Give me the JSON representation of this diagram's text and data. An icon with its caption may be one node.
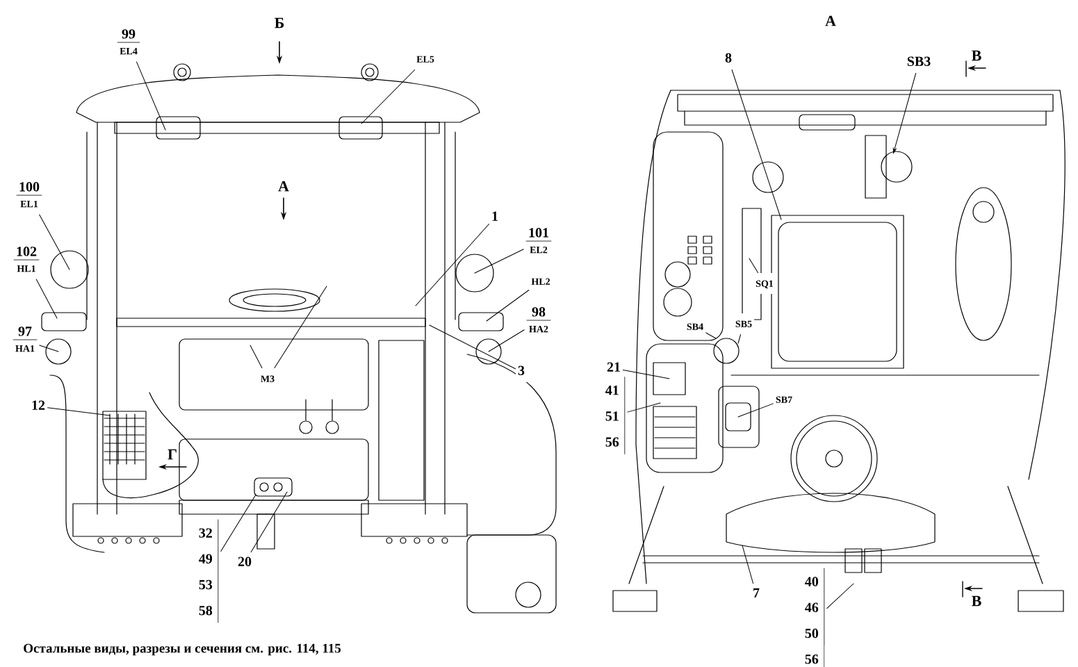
{
  "diagram": {
    "nodes": [
      {
        "text": [
          "99",
          "EL4"
        ]
      },
      {
        "text": [
          "EL5"
        ]
      },
      {
        "text": [
          "100",
          "EL1"
        ]
      },
      {
        "text": [
          "102",
          "HL1"
        ]
      },
      {
        "text": [
          "97",
          "HA1"
        ]
      },
      {
        "text": [
          "1"
        ]
      },
      {
        "text": [
          "101",
          "EL2"
        ]
      },
      {
        "text": [
          "HL2"
        ]
      },
      {
        "text": [
          "98",
          "HA2"
        ]
      },
      {
        "text": [
          "3"
        ]
      },
      {
        "text": [
          "M3"
        ]
      },
      {
        "text": [
          "12"
        ]
      },
      {
        "text": [
          "32",
          "49",
          "53",
          "58"
        ]
      },
      {
        "text": [
          "20"
        ]
      },
      {
        "text": [
          "8"
        ]
      },
      {
        "text": [
          "SB3"
        ]
      },
      {
        "text": [
          "SQ1"
        ]
      },
      {
        "text": [
          "SB4"
        ]
      },
      {
        "text": [
          "SB5"
        ]
      },
      {
        "text": [
          "21"
        ]
      },
      {
        "text": [
          "41",
          "51",
          "56"
        ]
      },
      {
        "text": [
          "SB7"
        ]
      },
      {
        "text": [
          "7"
        ]
      },
      {
        "text": [
          "40",
          "46",
          "50",
          "56"
        ]
      }
    ],
    "edges": [
      {
        "from": 0,
        "to": null,
        "arrow": "none"
      },
      {
        "from": 1,
        "to": null,
        "arrow": "none"
      },
      {
        "from": 2,
        "to": null,
        "arrow": "none"
      },
      {
        "from": 3,
        "to": null,
        "arrow": "none"
      },
      {
        "from": 4,
        "to": null,
        "arrow": "none"
      },
      {
        "from": 5,
        "to": null,
        "arrow": "none"
      },
      {
        "from": 6,
        "to": null,
        "arrow": "none"
      },
      {
        "from": 7,
        "to": null,
        "arrow": "none"
      },
      {
        "from": 8,
        "to": null,
        "arrow": "none"
      },
      {
        "from": 9,
        "to": null,
        "arrow": "none"
      },
      {
        "from": 10,
        "to": null,
        "arrow": "none"
      },
      {
        "from": 10,
        "to": null,
        "arrow": "none"
      },
      {
        "from": 11,
        "to": null,
        "arrow": "none"
      },
      {
        "from": 12,
        "to": null,
        "arrow": "none"
      },
      {
        "from": 13,
        "to": null,
        "arrow": "none"
      },
      {
        "from": 14,
        "to": null,
        "arrow": "none"
      },
      {
        "from": 15,
        "to": null,
        "arrow": "to"
      },
      {
        "from": 16,
        "to": null,
        "arrow": "none"
      },
      {
        "from": 17,
        "to": null,
        "arrow": "none"
      },
      {
        "from": 18,
        "to": null,
        "arrow": "none"
      },
      {
        "from": 19,
        "to": null,
        "arrow": "none"
      },
      {
        "from": 20,
        "to": null,
        "arrow": "none"
      },
      {
        "from": 21,
        "to": null,
        "arrow": "none"
      },
      {
        "from": 22,
        "to": null,
        "arrow": "none"
      },
      {
        "from": 23,
        "to": null,
        "arrow": "none"
      }
    ],
    "labels": [
      "А",
      "Б",
      "В",
      "А",
      "Г",
      "В",
      "Остальные виды, разрезы и сечения см. рис. 114, 115"
    ]
  }
}
